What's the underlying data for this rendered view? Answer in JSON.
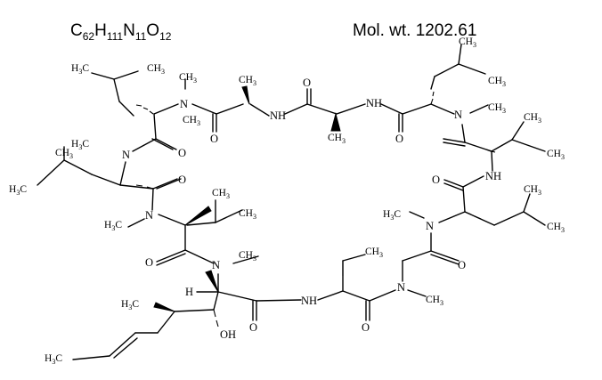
{
  "header": {
    "formula_parts": [
      {
        "text": "C",
        "sub": "62"
      },
      {
        "text": "H",
        "sub": "111"
      },
      {
        "text": "N",
        "sub": "11"
      },
      {
        "text": "O",
        "sub": "12"
      }
    ],
    "mol_weight": "Mol. wt. 1202.61"
  },
  "structure": {
    "atoms": {
      "ch3": "CH",
      "h3c": "H",
      "three": "3",
      "c_letter": "C",
      "n": "N",
      "nh": "NH",
      "h": "H",
      "o": "O",
      "oh": "OH"
    }
  }
}
